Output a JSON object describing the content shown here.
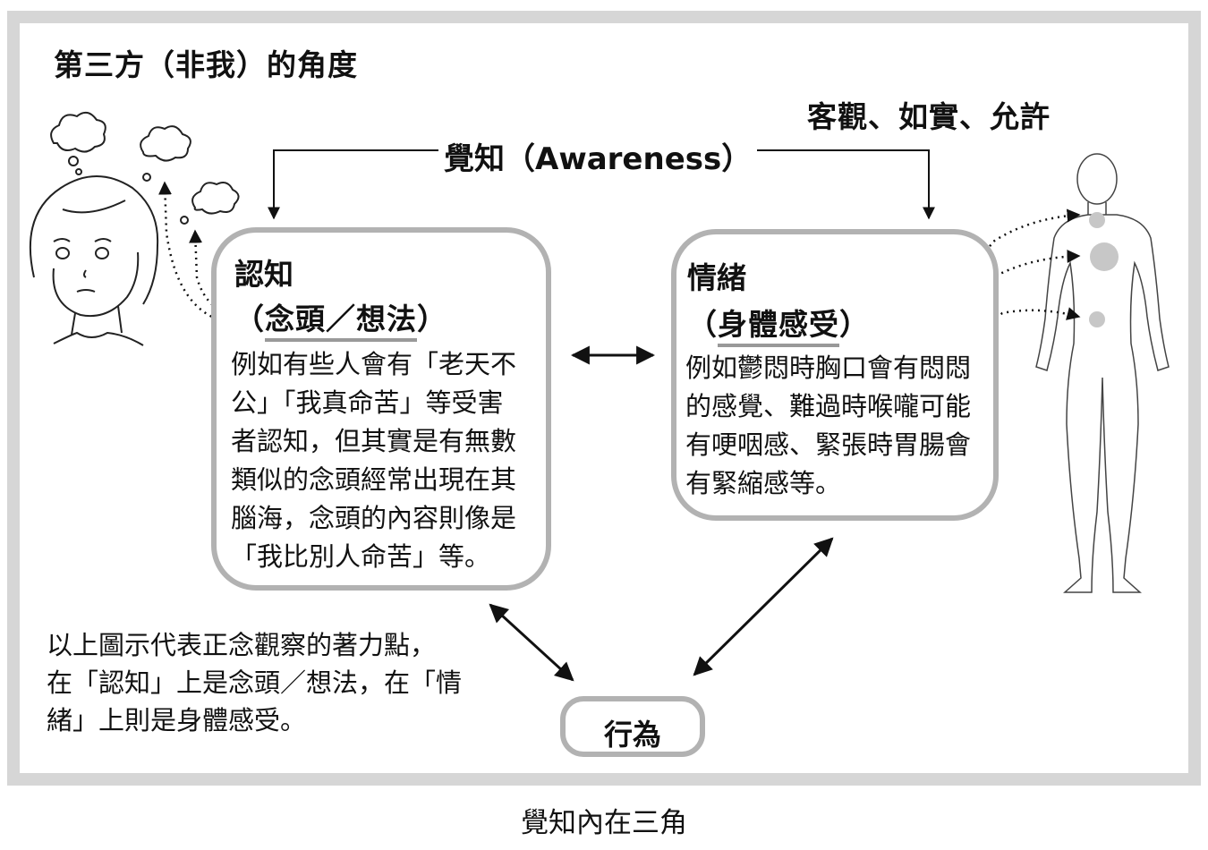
{
  "header": {
    "perspective": "第三方（非我）的角度",
    "attitude": "客觀、如實、允許",
    "awareness": "覺知（Awareness）"
  },
  "cognition": {
    "title": "認知",
    "subtitle_open": "（",
    "subtitle": "念頭／想法",
    "subtitle_close": "）",
    "text": "例如有些人會有「老天不\n公」「我真命苦」等受害\n者認知，但其實是有無數\n類似的念頭經常出現在其\n腦海，念頭的內容則像是\n「我比別人命苦」等。"
  },
  "emotion": {
    "title": "情緒",
    "subtitle_open": "（",
    "subtitle": "身體感受",
    "subtitle_close": "）",
    "text": "例如鬱悶時胸口會有悶悶\n的感覺、難過時喉嚨可能\n有哽咽感、緊張時胃腸會\n有緊縮感等。"
  },
  "behavior": {
    "label": "行為"
  },
  "note": "以上圖示代表正念觀察的著力點，\n在「認知」上是念頭／想法，在「情\n緒」上則是身體感受。",
  "caption": "覺知內在三角",
  "colors": {
    "frame": "#d6d6d6",
    "box_border": "#b2b2b2",
    "text": "#111111"
  },
  "icons": [
    "thought-bubbles-icon",
    "woman-head-icon",
    "human-body-icon"
  ]
}
